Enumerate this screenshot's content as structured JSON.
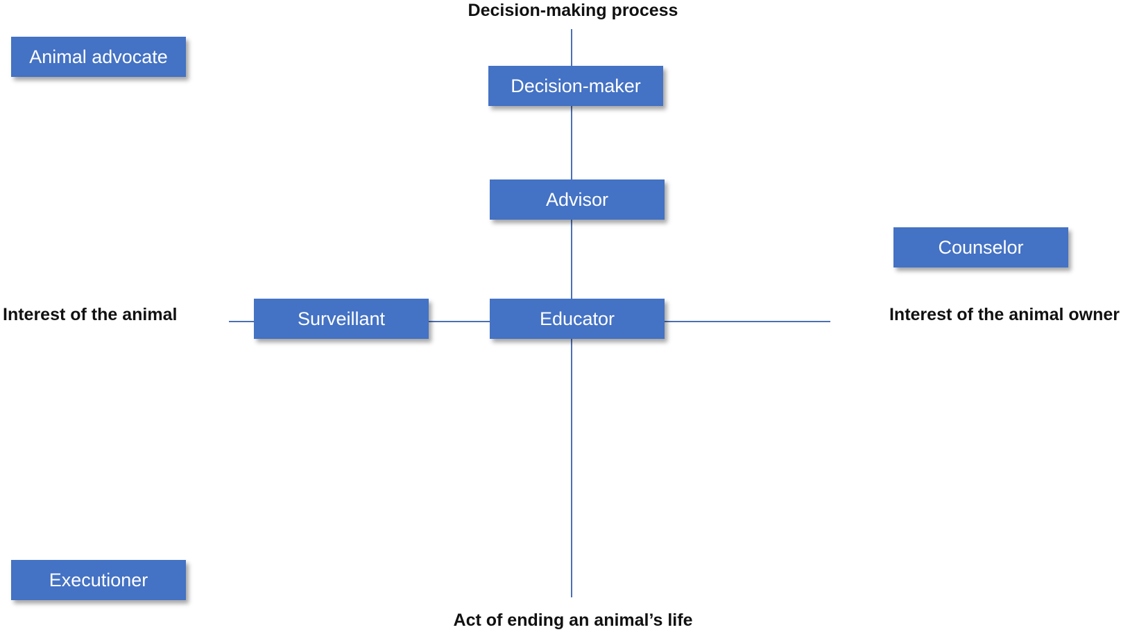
{
  "axes": {
    "top": "Decision-making process",
    "bottom": "Act of ending an animal’s life",
    "left": "Interest of the animal",
    "right": "Interest of the animal owner"
  },
  "roles": {
    "decision_maker": "Decision-maker",
    "advisor": "Advisor",
    "educator": "Educator",
    "surveillant": "Surveillant",
    "counselor": "Counselor",
    "animal_advocate": "Animal advocate",
    "executioner": "Executioner"
  },
  "colors": {
    "box_fill": "#4472c4",
    "box_text": "#ffffff",
    "axis_line": "#4a6fb5",
    "axis_label_text": "#111111"
  }
}
